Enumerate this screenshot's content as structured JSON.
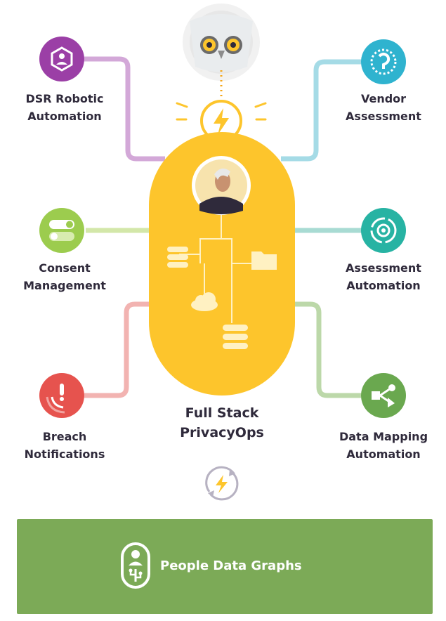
{
  "nodes": {
    "dsr": {
      "line1": "DSR Robotic",
      "line2": "Automation",
      "icon": "dsr-robot-icon",
      "color": "#9b3fa6"
    },
    "vendor": {
      "line1": "Vendor",
      "line2": "Assessment",
      "icon": "vendor-assessment-icon",
      "color": "#2fb3cf"
    },
    "consent": {
      "line1": "Consent",
      "line2": "Management",
      "icon": "toggle-icon",
      "color": "#9ccc4e"
    },
    "assessment": {
      "line1": "Assessment",
      "line2": "Automation",
      "icon": "target-icon",
      "color": "#27b3a3"
    },
    "breach": {
      "line1": "Breach",
      "line2": "Notifications",
      "icon": "alert-signal-icon",
      "color": "#e6534e"
    },
    "datamap": {
      "line1": "Data Mapping",
      "line2": "Automation",
      "icon": "flow-icon",
      "color": "#6aa84f"
    }
  },
  "center": {
    "line1": "Full Stack",
    "line2": "PrivacyOps",
    "color": "#fdc52c"
  },
  "footer": {
    "label": "People Data Graphs",
    "color": "#7caa57"
  }
}
